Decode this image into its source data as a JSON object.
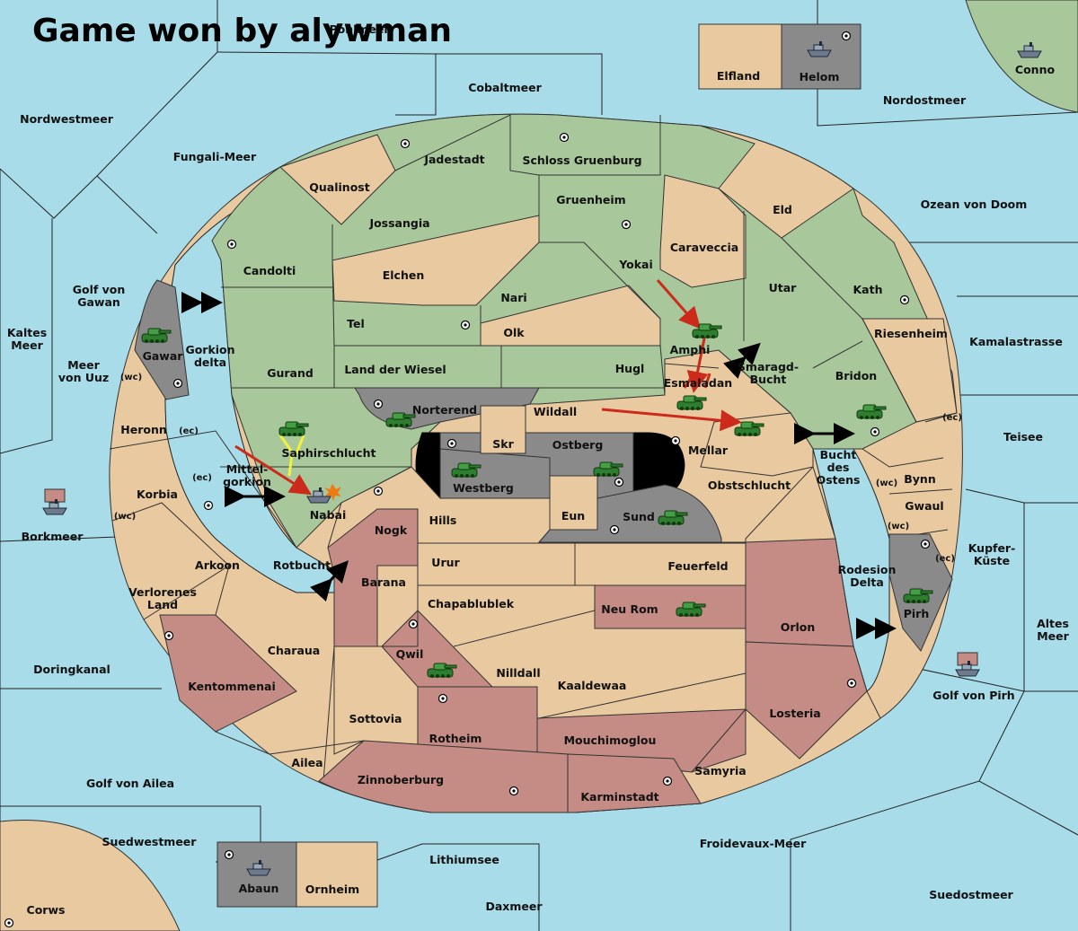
{
  "title": "Game won by alywman",
  "provinces": {
    "Elfland": "Elfland",
    "Helom": "Helom",
    "Conno": "Conno",
    "Cobaltmeer": "Cobaltmeer",
    "Nordwestmeer": "Nordwestmeer",
    "Nordostmeer": "Nordostmeer",
    "FungaliMeer": "Fungali-Meer",
    "Jadestadt": "Jadestadt",
    "SchlossGruenburg": "Schloss Gruenburg",
    "Qualinost": "Qualinost",
    "Gruenheim": "Gruenheim",
    "Eld": "Eld",
    "OzeanVonDoom": "Ozean von Doom",
    "Jossangia": "Jossangia",
    "Caraveccia": "Caraveccia",
    "Candolti": "Candolti",
    "Yokai": "Yokai",
    "Elchen": "Elchen",
    "Utar": "Utar",
    "Kath": "Kath",
    "Nari": "Nari",
    "GolfVonGawan": "Golf von\nGawan",
    "KaltesMeer": "Kaltes\nMeer",
    "Gawar": "Gawar",
    "GorkionDelta": "Gorkion\ndelta",
    "Tel": "Tel",
    "Olk": "Olk",
    "Amphi": "Amphi",
    "Riesenheim": "Riesenheim",
    "Kamalastrasse": "Kamalastrasse",
    "MeerVonUuz": "Meer\nvon Uuz",
    "Gurand": "Gurand",
    "LandDerWiesel": "Land der Wiesel",
    "Hugl": "Hugl",
    "SmaragdBucht": "Smaragd-\nBucht",
    "Bridon": "Bridon",
    "Esmaladan": "Esmaladan",
    "Norterend": "Norterend",
    "Wildall": "Wildall",
    "Heronn": "Heronn",
    "Saphirschlucht": "Saphirschlucht",
    "Skr": "Skr",
    "Ostberg": "Ostberg",
    "Mellar": "Mellar",
    "Teisee": "Teisee",
    "Mittelgorkion": "Mittel-\ngorkion",
    "BuchtDesOstens": "Bucht\ndes\nOstens",
    "Westberg": "Westberg",
    "Obstschlucht": "Obstschlucht",
    "Bynn": "Bynn",
    "Korbia": "Korbia",
    "Nabai": "Nabai",
    "Eun": "Eun",
    "Gwaul": "Gwaul",
    "Borkmeer": "Borkmeer",
    "Hills": "Hills",
    "Sund": "Sund",
    "Nogk": "Nogk",
    "KupferKueste": "Kupfer-\nKüste",
    "Arkoon": "Arkoon",
    "Rotbucht": "Rotbucht",
    "Urur": "Urur",
    "Feuerfeld": "Feuerfeld",
    "RodesionDelta": "Rodesion\nDelta",
    "Barana": "Barana",
    "Pirh": "Pirh",
    "VerlorenesLand": "Verlorenes\nLand",
    "Chapablublek": "Chapablublek",
    "NeuRom": "Neu Rom",
    "Orlon": "Orlon",
    "AltesMeer": "Altes\nMeer",
    "Charaua": "Charaua",
    "Qwil": "Qwil",
    "Doringkanal": "Doringkanal",
    "Nilldall": "Nilldall",
    "Kaaldewaa": "Kaaldewaa",
    "GolfVonPirh": "Golf von Pirh",
    "Kentommenai": "Kentommenai",
    "Losteria": "Losteria",
    "Sottovia": "Sottovia",
    "Rotheim": "Rotheim",
    "Mouchimoglou": "Mouchimoglou",
    "Ailea": "Ailea",
    "Samyria": "Samyria",
    "Zinnoberburg": "Zinnoberburg",
    "GolfVonAilea": "Golf von Ailea",
    "Karminstadt": "Karminstadt",
    "Suedwestmeer": "Suedwestmeer",
    "FroidevauxMeer": "Froidevaux-Meer",
    "Lithiumsee": "Lithiumsee",
    "Abaun": "Abaun",
    "Ornheim": "Ornheim",
    "Suedostmeer": "Suedostmeer",
    "Daxmeer": "Daxmeer",
    "Corws": "Corws",
    "Pohlmeer": "Pohlmeer"
  },
  "coasts": {
    "wc": "(wc)",
    "ec": "(ec)"
  },
  "colors": {
    "sea": "#a8dce8",
    "neutral_land": "#e8c9a0",
    "green_power": "#a8c89c",
    "red_power": "#c48c84",
    "grey_power": "#8a8a8a",
    "order_arrow": "#cc2a1a"
  },
  "unit_icons": [
    "tank-icon",
    "ship-icon"
  ]
}
